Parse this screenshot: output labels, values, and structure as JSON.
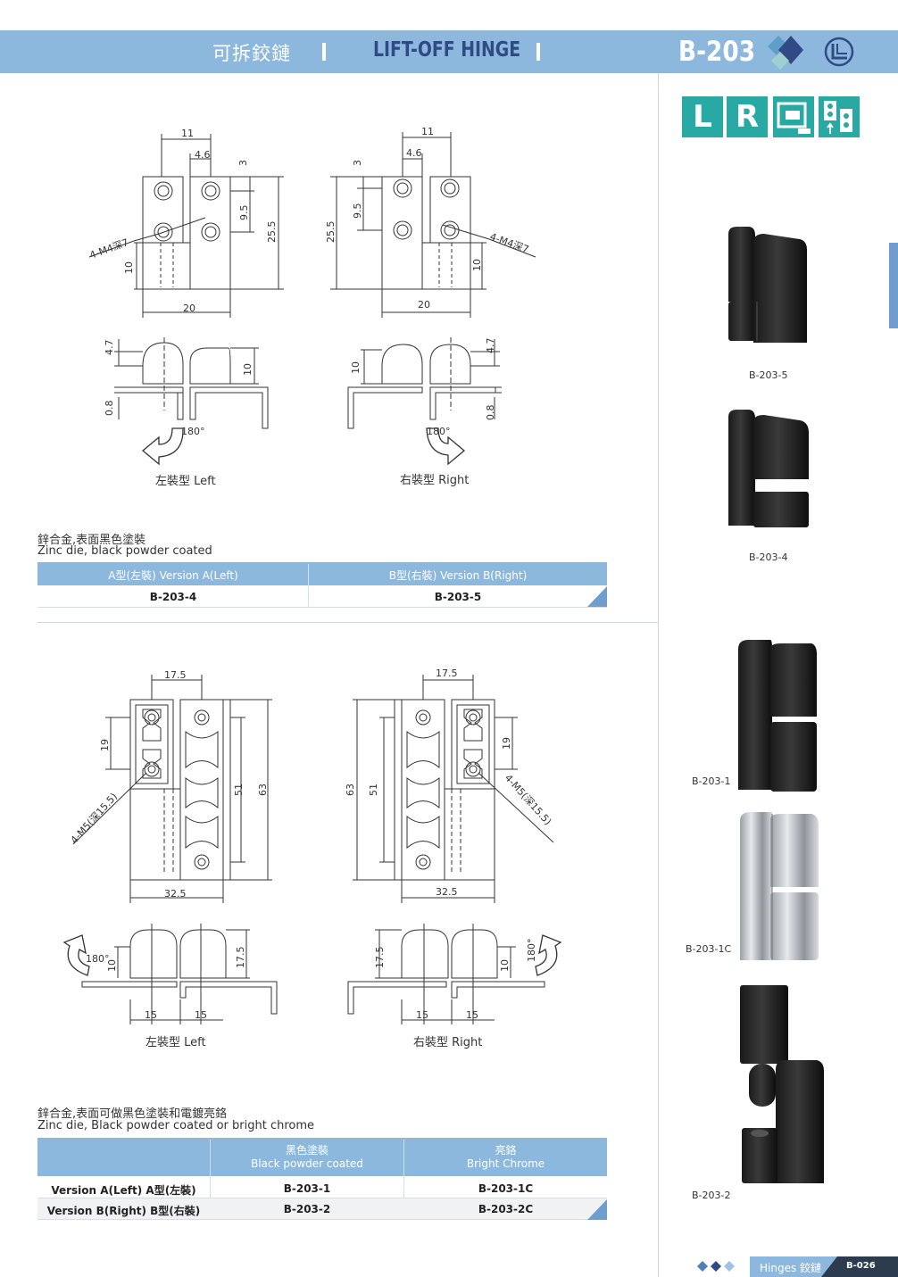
{
  "header": {
    "title_cn": "可拆鉸鏈",
    "title_en": "LIFT-OFF HINGE",
    "model": "B-203",
    "separator": "I"
  },
  "icons": [
    {
      "name": "left-mount-icon",
      "letter": "L"
    },
    {
      "name": "right-mount-icon",
      "letter": "R"
    },
    {
      "name": "door-frame-icon",
      "letter": ""
    },
    {
      "name": "lift-off-diagram-icon",
      "letter": ""
    }
  ],
  "colors": {
    "accent": "#8db8de",
    "navy": "#2f4a84",
    "teal": "#28a9a4",
    "footer_dark": "#2c3b4e"
  },
  "section1": {
    "dims": {
      "d11": "11",
      "d4_6": "4.6",
      "d3": "3",
      "d9_5": "9.5",
      "d25_5": "25.5",
      "d10": "10",
      "d20": "20",
      "hole": "4-M4深7",
      "d4_7": "4.7",
      "d0_8": "0.8",
      "angle": "180°"
    },
    "left_caption": "左裝型 Left",
    "right_caption": "右裝型 Right",
    "material_cn": "鋅合金,表面黑色塗裝",
    "material_en": "Zinc die, black powder coated",
    "table": {
      "headers": [
        "A型(左裝) Version A(Left)",
        "B型(右裝) Version B(Right)"
      ],
      "row": [
        "B-203-4",
        "B-203-5"
      ]
    }
  },
  "section2": {
    "dims": {
      "d17_5": "17.5",
      "d19": "19",
      "d51": "51",
      "d63": "63",
      "d32_5": "32.5",
      "hole": "4-M5(深15.5)",
      "d10": "10",
      "d15": "15",
      "angle": "180°"
    },
    "left_caption": "左裝型 Left",
    "right_caption": "右裝型 Right",
    "material_cn": "鋅合金,表面可做黑色塗裝和電鍍亮鉻",
    "material_en": "Zinc die, Black powder coated or bright chrome",
    "table": {
      "header_black_cn": "黑色塗裝",
      "header_black_en": "Black powder coated",
      "header_chrome_cn": "亮鉻",
      "header_chrome_en": "Bright Chrome",
      "rows": [
        [
          "Version A(Left) A型(左裝)",
          "B-203-1",
          "B-203-1C"
        ],
        [
          "Version B(Right) B型(右裝)",
          "B-203-2",
          "B-203-2C"
        ]
      ]
    }
  },
  "products": [
    {
      "label": "B-203-5",
      "finish": "black"
    },
    {
      "label": "B-203-4",
      "finish": "black"
    },
    {
      "label": "B-203-1",
      "finish": "black"
    },
    {
      "label": "B-203-1C",
      "finish": "chrome"
    },
    {
      "label": "B-203-2",
      "finish": "black"
    }
  ],
  "footer": {
    "section": "Hinges 鉸鏈",
    "page": "B-026"
  }
}
